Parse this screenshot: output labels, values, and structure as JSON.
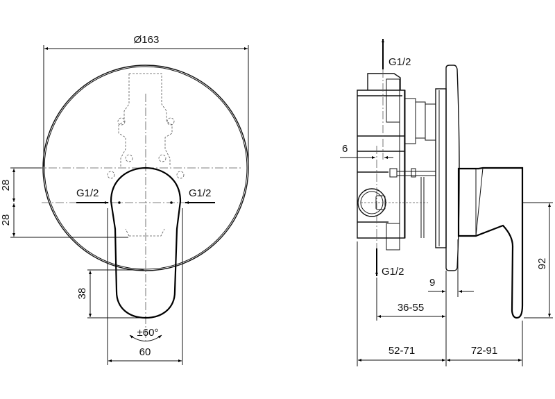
{
  "front_view": {
    "diameter_label": "Ø163",
    "dim_upper_28": "28",
    "dim_lower_28": "28",
    "inlet_left_label": "G1/2",
    "inlet_right_label": "G1/2",
    "lever_length_label": "38",
    "rotation_label": "±60°",
    "lever_width_label": "60"
  },
  "side_view": {
    "outlet_top_label": "G1/2",
    "outlet_bottom_label": "G1/2",
    "dim_6": "6",
    "dim_9": "9",
    "dim_36_55": "36-55",
    "dim_52_71": "52-71",
    "dim_72_91": "72-91",
    "dim_92": "92"
  }
}
